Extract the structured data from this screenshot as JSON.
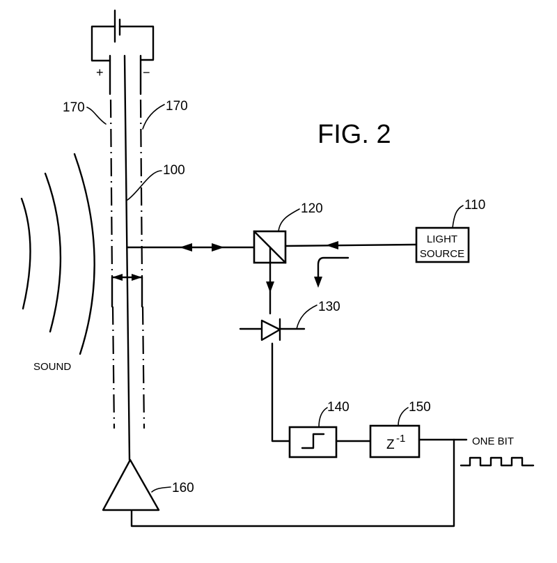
{
  "figure": {
    "title": "FIG. 2"
  },
  "labels": {
    "electrode_left": "170",
    "electrode_right": "170",
    "membrane": "100",
    "beam_splitter": "120",
    "light_source_ref": "110",
    "photodiode": "130",
    "comparator": "140",
    "delay": "150",
    "amplifier": "160",
    "plus_sign": "+",
    "minus_sign": "−",
    "sound": "SOUND"
  },
  "blocks": {
    "light_source": {
      "line1": "LIGHT",
      "line2": "SOURCE"
    },
    "delay": {
      "base": "Z",
      "exponent": "-1"
    }
  },
  "output": {
    "label": "ONE BIT"
  },
  "colors": {
    "ink": "#000000",
    "paper": "#ffffff"
  }
}
